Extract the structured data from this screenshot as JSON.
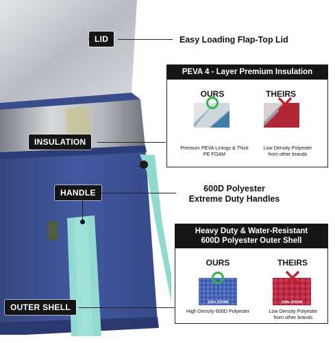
{
  "labels": {
    "lid": "LID",
    "insulation": "INSULATION",
    "handle": "HANDLE",
    "outer_shell": "OUTER SHELL"
  },
  "features": {
    "lid": "Easy Loading Flap-Top Lid",
    "handle_line1": "600D Polyester",
    "handle_line2": "Extreme Duty Handles"
  },
  "insulation_box": {
    "title": "PEVA 4 - Layer Premium Insulation",
    "ours_label": "OURS",
    "theirs_label": "THEIRS",
    "ours_caption_line1": "Premium PEVA Linings & Thick",
    "ours_caption_line2": "PE FOAM",
    "theirs_caption_line1": "Low Density Polyester",
    "theirs_caption_line2": "from other brands"
  },
  "shell_box": {
    "title_line1": "Heavy Duty & Water-Resistant",
    "title_line2": "600D Polyester Outer Shell",
    "ours_label": "OURS",
    "theirs_label": "THEIRS",
    "ours_zoom": "150x ZOOM",
    "theirs_zoom": "150x ZOOM",
    "ours_caption": "High Density 600D Polyester",
    "theirs_caption_line1": "Low Density Polyester",
    "theirs_caption_line2": "from other brands"
  },
  "colors": {
    "bag_navy": "#3b4f8f",
    "bag_trim": "#2f4080",
    "handle_teal": "#8fd9cf",
    "lining_silver": "#c9ccd0",
    "check_green": "#2fb54a",
    "cross_red": "#c0202a"
  },
  "icons": {
    "ours_mark": "check-circle-icon",
    "theirs_mark": "x-mark-icon"
  }
}
